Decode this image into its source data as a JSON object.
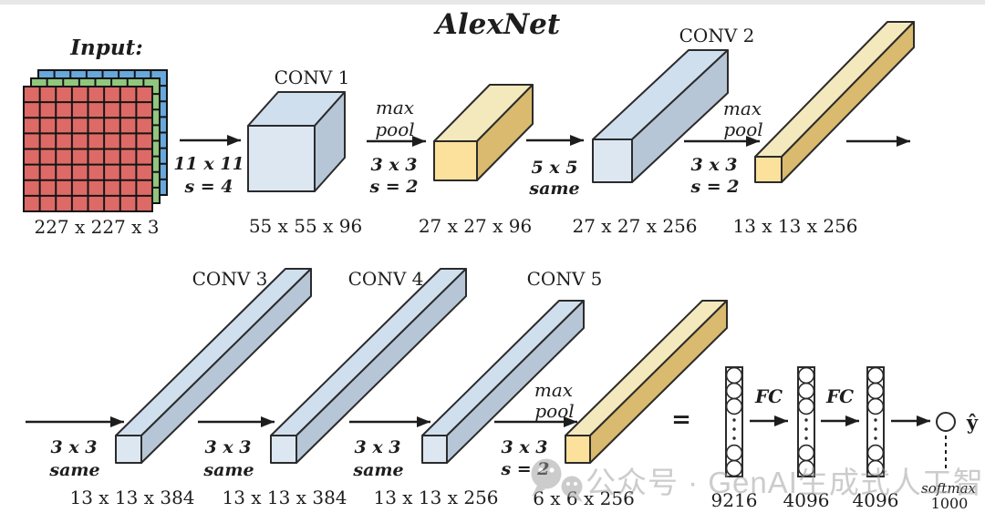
{
  "title": "AlexNet",
  "input": {
    "label": "Input:",
    "dims": "227 x 227 x 3"
  },
  "conv1": {
    "label": "CONV 1",
    "dims": "55 x 55 x 96"
  },
  "conv2": {
    "label": "CONV 2",
    "dims": "27 x 27 x 256"
  },
  "conv3": {
    "label": "CONV 3",
    "dims": "13 x 13 x 384"
  },
  "conv4": {
    "label": "CONV 4",
    "dims": "13 x 13 x 384"
  },
  "conv5": {
    "label": "CONV 5",
    "dims": "13 x 13 x 256"
  },
  "pool1_out": {
    "dims": "27 x 27 x 96"
  },
  "pool2_out": {
    "dims": "13 x 13 x 256"
  },
  "pool5_out": {
    "dims": "6 x 6 x 256"
  },
  "op_conv1": {
    "kernel": "11 x 11",
    "stride": "s = 4"
  },
  "op_pool1": {
    "word1": "max",
    "word2": "pool",
    "kernel": "3 x 3",
    "stride": "s = 2"
  },
  "op_conv2": {
    "kernel": "5 x 5",
    "pad": "same"
  },
  "op_pool2": {
    "word1": "max",
    "word2": "pool",
    "kernel": "3 x 3",
    "stride": "s = 2"
  },
  "op_conv3": {
    "kernel": "3 x 3",
    "pad": "same"
  },
  "op_conv4": {
    "kernel": "3 x 3",
    "pad": "same"
  },
  "op_conv5": {
    "kernel": "3 x 3",
    "pad": "same"
  },
  "op_pool5": {
    "word1": "max",
    "word2": "pool",
    "kernel": "3 x 3",
    "stride": "s = 2"
  },
  "fc": {
    "equals": "=",
    "flatten_size": "9216",
    "fc1_arrow": "FC",
    "fc1_size": "4096",
    "fc2_arrow": "FC",
    "fc2_size": "4096",
    "output_symbol": "ŷ",
    "softmax_label": "softmax",
    "num_classes": "1000"
  },
  "watermark": {
    "text": "公众号 · GenAI生成式人工智能",
    "icon": "wechat-icon"
  },
  "colors": {
    "ink": "#1d1d1d",
    "box_blue_front": "#dce7f2",
    "box_blue_top": "#d0dfee",
    "box_blue_side": "#b6c6d6",
    "box_yellow_front": "#fbe19b",
    "box_yellow_top": "#f4e8bd",
    "box_yellow_side": "#d9ba6e",
    "grid_red": "#dd6a66",
    "grid_green": "#90c77e",
    "grid_blue": "#68a8dc",
    "watermark_gray": "#9b9b9b"
  }
}
